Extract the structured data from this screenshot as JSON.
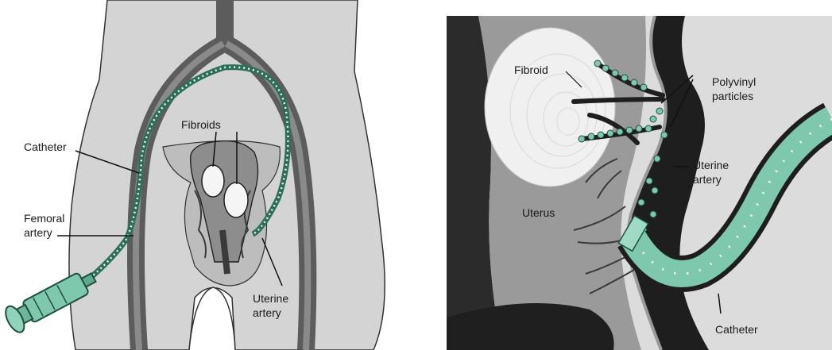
{
  "left_panel": {
    "labels": {
      "fibroids": "Fibroids",
      "catheter": "Catheter",
      "femoral_line1": "Femoral",
      "femoral_line2": "artery",
      "uterine_line1": "Uterine",
      "uterine_line2": "artery"
    }
  },
  "right_panel": {
    "labels": {
      "fibroid": "Fibroid",
      "polyvinyl_line1": "Polyvinyl",
      "polyvinyl_line2": "particles",
      "uterine_line1": "Uterine",
      "uterine_line2": "artery",
      "uterus": "Uterus",
      "catheter": "Catheter"
    }
  },
  "colors": {
    "body_fill": "#d4d4d4",
    "vessel": "#5c5c5c",
    "catheter_green": "#7ec8ad",
    "dark_tissue": "#2b2b2b",
    "fibroid": "#f0f0f0"
  }
}
